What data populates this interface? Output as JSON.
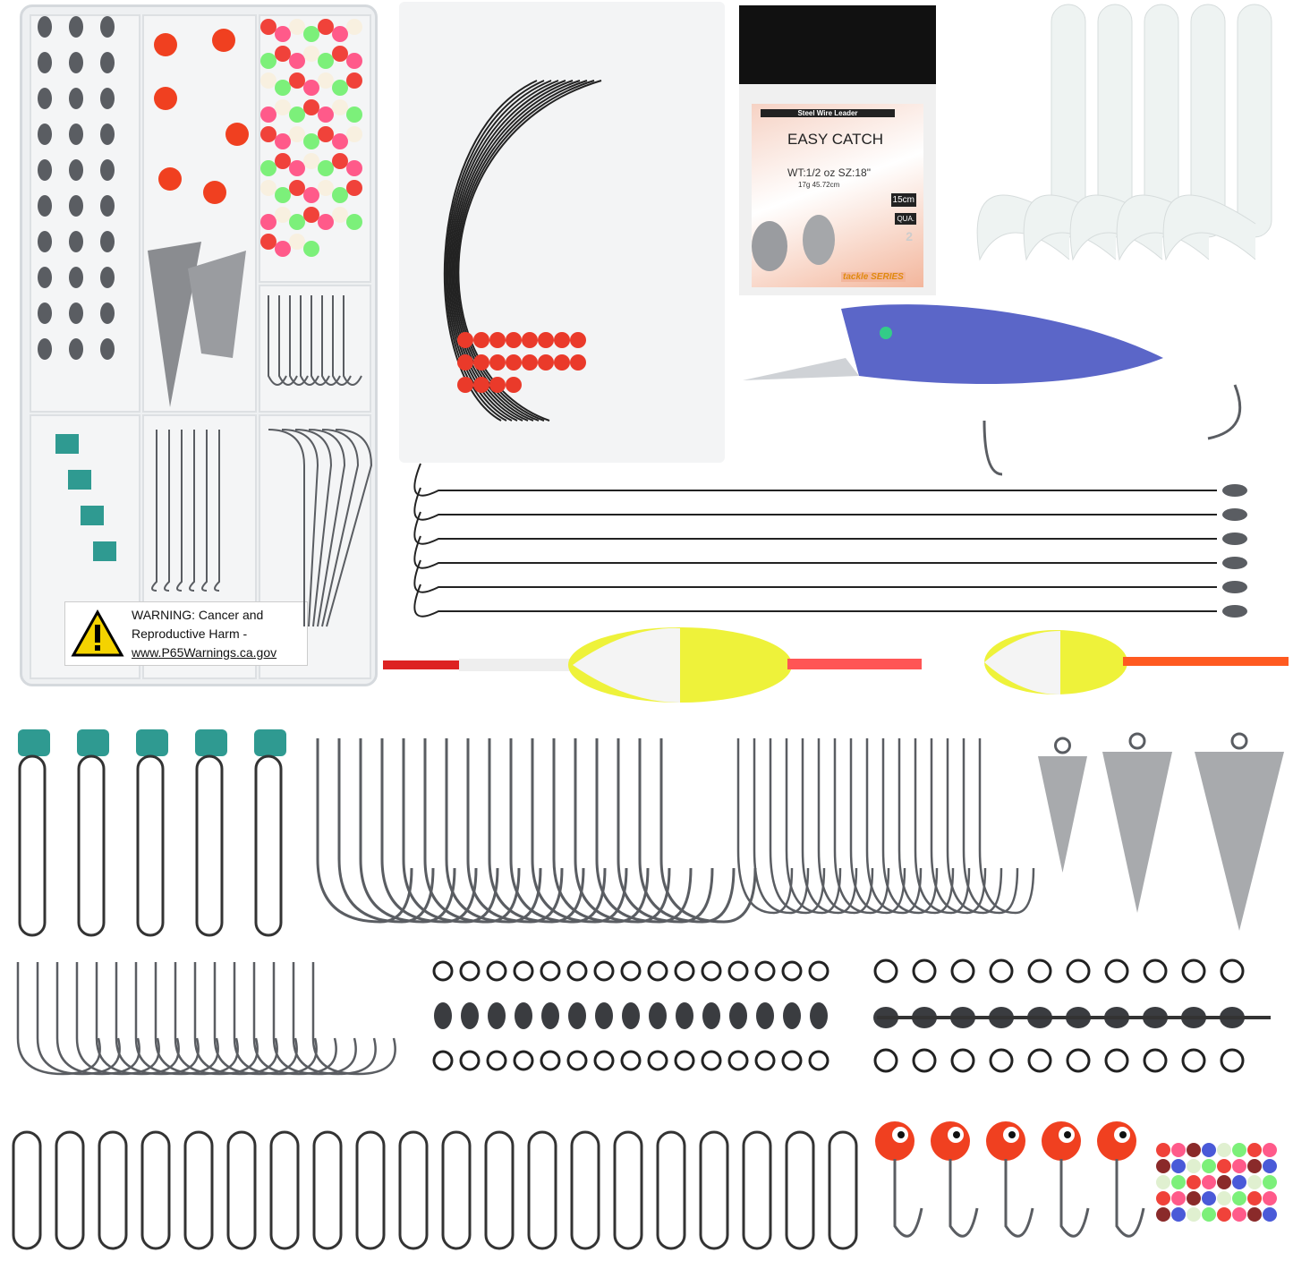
{
  "warning": {
    "line1": "WARNING: Cancer and",
    "line2": "Reproductive Harm -",
    "line3": "www.P65Warnings.ca.gov"
  },
  "package": {
    "subtitle": "Steel Wire Leader",
    "title": "EASY CATCH",
    "spec": "WT:1/2 oz SZ:18\"",
    "spec_metric": "17g     45.72cm",
    "badge_size": "15cm",
    "badge_qua": "QUA.",
    "badge_num": "2",
    "brand": "tackle SERIES"
  },
  "colors": {
    "background": "#ffffff",
    "bead_red": "#f0423a",
    "bead_green": "#7cf07a",
    "float_yellow": "#eef23a",
    "lure_blue": "#5b66c8",
    "grub_white": "#eef3f2",
    "metal": "#5a5d62",
    "clip_teal": "#2f9a91"
  }
}
